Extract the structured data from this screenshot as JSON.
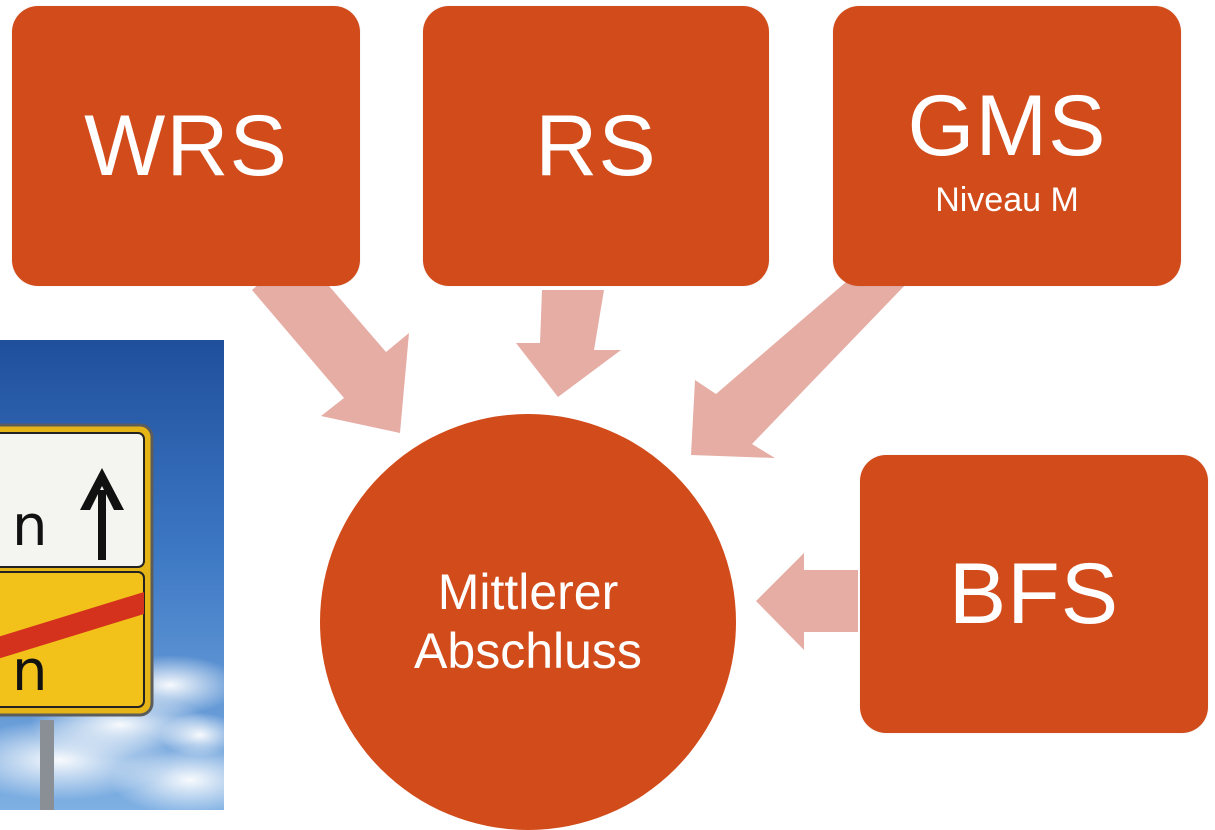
{
  "diagram": {
    "target": {
      "line1": "Mittlerer",
      "line2": "Abschluss"
    },
    "sources": {
      "wrs": {
        "label": "WRS"
      },
      "rs": {
        "label": "RS"
      },
      "gms": {
        "label": "GMS",
        "sublabel": "Niveau M"
      },
      "bfs": {
        "label": "BFS"
      }
    }
  },
  "colors": {
    "box": "#d24b1a",
    "arrow": "#e6ada5",
    "text": "#ffffff",
    "sky_top": "#1f4f9c",
    "sign_yellow": "#f2c21b",
    "sign_white": "#f4f4f0",
    "sign_red": "#d4321c"
  },
  "photo": {
    "icon": "road-sign-photo"
  }
}
